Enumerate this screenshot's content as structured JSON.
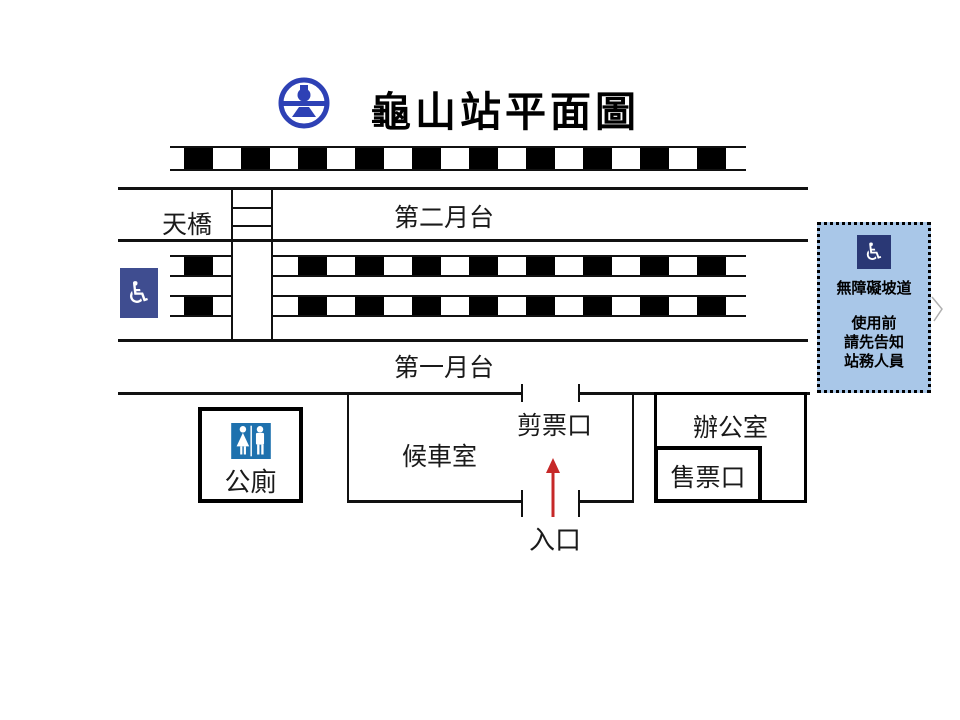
{
  "header": {
    "title": "龜山站平面圖",
    "logo_icon": "tra-logo"
  },
  "map": {
    "footbridge_label": "天橋",
    "platform2_label": "第二月台",
    "platform1_label": "第一月台",
    "wheelchair_icon": "wheelchair-symbol"
  },
  "building": {
    "ticket_gate_label": "剪票口",
    "waiting_room_label": "候車室",
    "office_label": "辦公室",
    "ticket_window_label": "售票口",
    "toilet_label": "公廁",
    "entrance_label": "入口",
    "restroom_icon": "male-female-restroom-symbol",
    "entrance_arrow_icon": "up-arrow"
  },
  "info_box": {
    "icon": "wheelchair-symbol",
    "title": "無障礙坡道",
    "line1": "使用前",
    "line2": "請先告知",
    "line3": "站務人員"
  },
  "glyphs": {
    "wheelchair": "♿"
  },
  "colors": {
    "logo_blue": "#2e41b5",
    "wheelchair_badge_blue": "#3f4d90",
    "restroom_blue": "#1e71ae",
    "info_box_bg": "#a9c7e8",
    "info_icon_bg": "#2a3875",
    "arrow_red": "#c62828",
    "line_black": "#111111"
  }
}
